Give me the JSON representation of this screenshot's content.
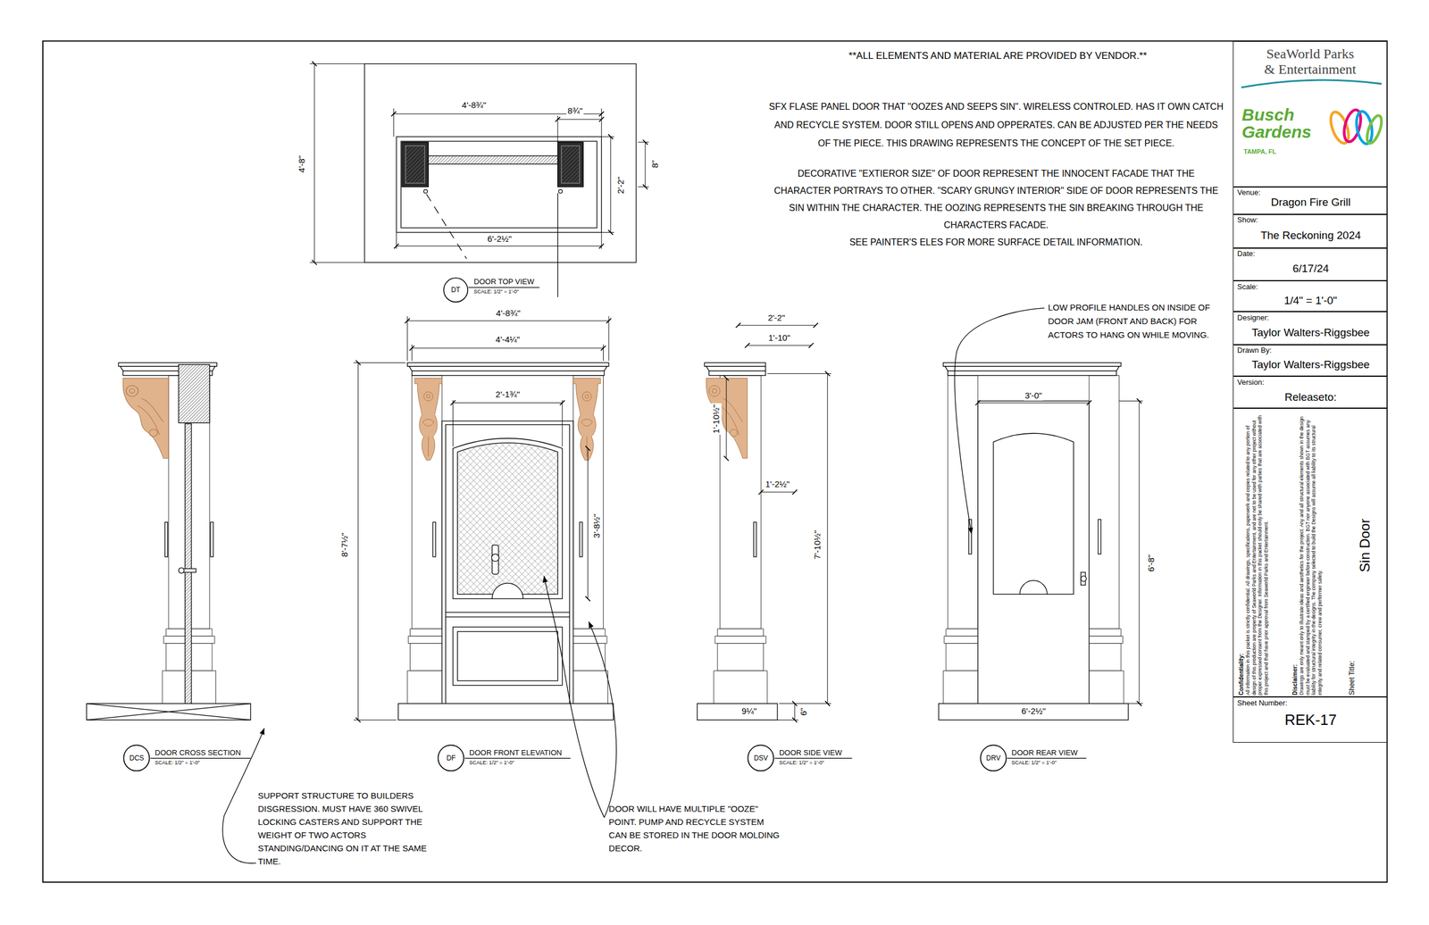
{
  "diagram": {
    "nodes": [
      {
        "text": [
          "SeaWorld Parks & Entertainment",
          "Busch Gardens",
          "TAMPA, FL"
        ]
      },
      {
        "text": [
          "Venue:",
          "Dragon Fire Grill"
        ]
      },
      {
        "text": [
          "Show:",
          "The Reckoning 2024"
        ]
      },
      {
        "text": [
          "Date:",
          "6/17/24"
        ]
      },
      {
        "text": [
          "Scale:",
          "1/4\" = 1'-0\""
        ]
      },
      {
        "text": [
          "Designer:",
          "Taylor Walters-Riggsbee"
        ]
      },
      {
        "text": [
          "Drawn By:",
          "Taylor Walters-Riggsbee"
        ]
      },
      {
        "text": [
          "Version:",
          "Releaseto:"
        ]
      },
      {
        "text": [
          "Confidentiality:",
          "All information in this packet is strictly confidential. All drawings, specifications, paperwork and copies related to any portion of design of this production are property of Seaworld Parks and Entertainment, and are not to be used for any other project without proper expressed consent from the Designer. Information in this packet should only be shared with parties that are associated with this project and that have prior approval from Seaworld Parks and Entertainment.",
          "Disclaimer:",
          "Drawings are only meant only to illustrate ideas and aesthetics for the project. Any and all structural elements shown in the design must be evaluated and stamped by a certified engineer before construction. BGT nor anyone associated with BGT assumes any liability for structural integrity in the designs. The company selected to build the Designs will assume all liability to its structural integrity and related consumer, crew and performer safety.",
          "Sheet Title:",
          "Sin Door"
        ]
      },
      {
        "text": [
          "Sheet Number:",
          "REK-17"
        ]
      },
      {
        "text": [
          "DT"
        ]
      },
      {
        "text": [
          "DCS"
        ]
      },
      {
        "text": [
          "DF"
        ]
      },
      {
        "text": [
          "DSV"
        ]
      },
      {
        "text": [
          "DRV"
        ]
      }
    ],
    "labels": [
      "**ALL ELEMENTS AND MATERIAL ARE PROVIDED BY VENDOR.**",
      "SFX FLASE PANEL DOOR THAT \"OOZES AND SEEPS SIN\". WIRELESS CONTROLED. HAS IT OWN CATCH AND RECYCLE SYSTEM. DOOR STILL OPENS AND OPPERATES. CAN BE ADJUSTED PER THE NEEDS OF THE PIECE. THIS DRAWING REPRESENTS THE CONCEPT OF THE SET PIECE.",
      "DECORATIVE \"EXTIEROR SIZE\" OF DOOR REPRESENT THE INNOCENT FACADE THAT THE CHARACTER PORTRAYS TO OTHER. \"SCARY GRUNGY INTERIOR\" SIDE OF DOOR REPRESENTS THE SIN WITHIN THE CHARACTER. THE OOZING REPRESENTS THE SIN BREAKING THROUGH THE CHARACTERS FACADE.",
      "SEE PAINTER'S ELES FOR MORE SURFACE DETAIL INFORMATION.",
      "4'-8¾\"",
      "8¾\"",
      "8\"",
      "2'-2\"",
      "4'-8\"",
      "6'-2½\"",
      "DOOR TOP VIEW",
      "SCALE: 1/2\" = 1'-0\"",
      "LOW PROFILE HANDLES ON INSIDE OF DOOR JAM (FRONT AND BACK) FOR ACTORS TO HANG ON WHILE MOVING.",
      "4'-8¾\"",
      "4'-4¼\"",
      "2'-1¾\"",
      "3'-8½\"",
      "8'-7½\"",
      "2'-2\"",
      "1'-10\"",
      "1'-10½\"",
      "1'-2½\"",
      "7'-10½\"",
      "9¼\"",
      "6\"",
      "3'-0\"",
      "6'-8\"",
      "6'-2½\"",
      "DOOR CROSS SECTION",
      "SCALE: 1/2\" = 1'-0\"",
      "DOOR FRONT ELEVATION",
      "SCALE: 1/2\" = 1'-0\"",
      "DOOR SIDE VIEW",
      "SCALE: 1/2\" = 1'-0\"",
      "DOOR REAR VIEW",
      "SCALE: 1/2\" = 1'-0\"",
      "SUPPORT STRUCTURE TO BUILDERS DISGRESSION. MUST HAVE 360 SWIVEL LOCKING CASTERS AND SUPPORT THE WEIGHT OF TWO ACTORS STANDING/DANCING ON IT AT THE SAME TIME.",
      "DOOR WILL HAVE MULTIPLE \"OOZE\" POINT. PUMP AND RECYCLE SYSTEM CAN BE STORED IN THE DOOR MOLDING DECOR."
    ]
  }
}
